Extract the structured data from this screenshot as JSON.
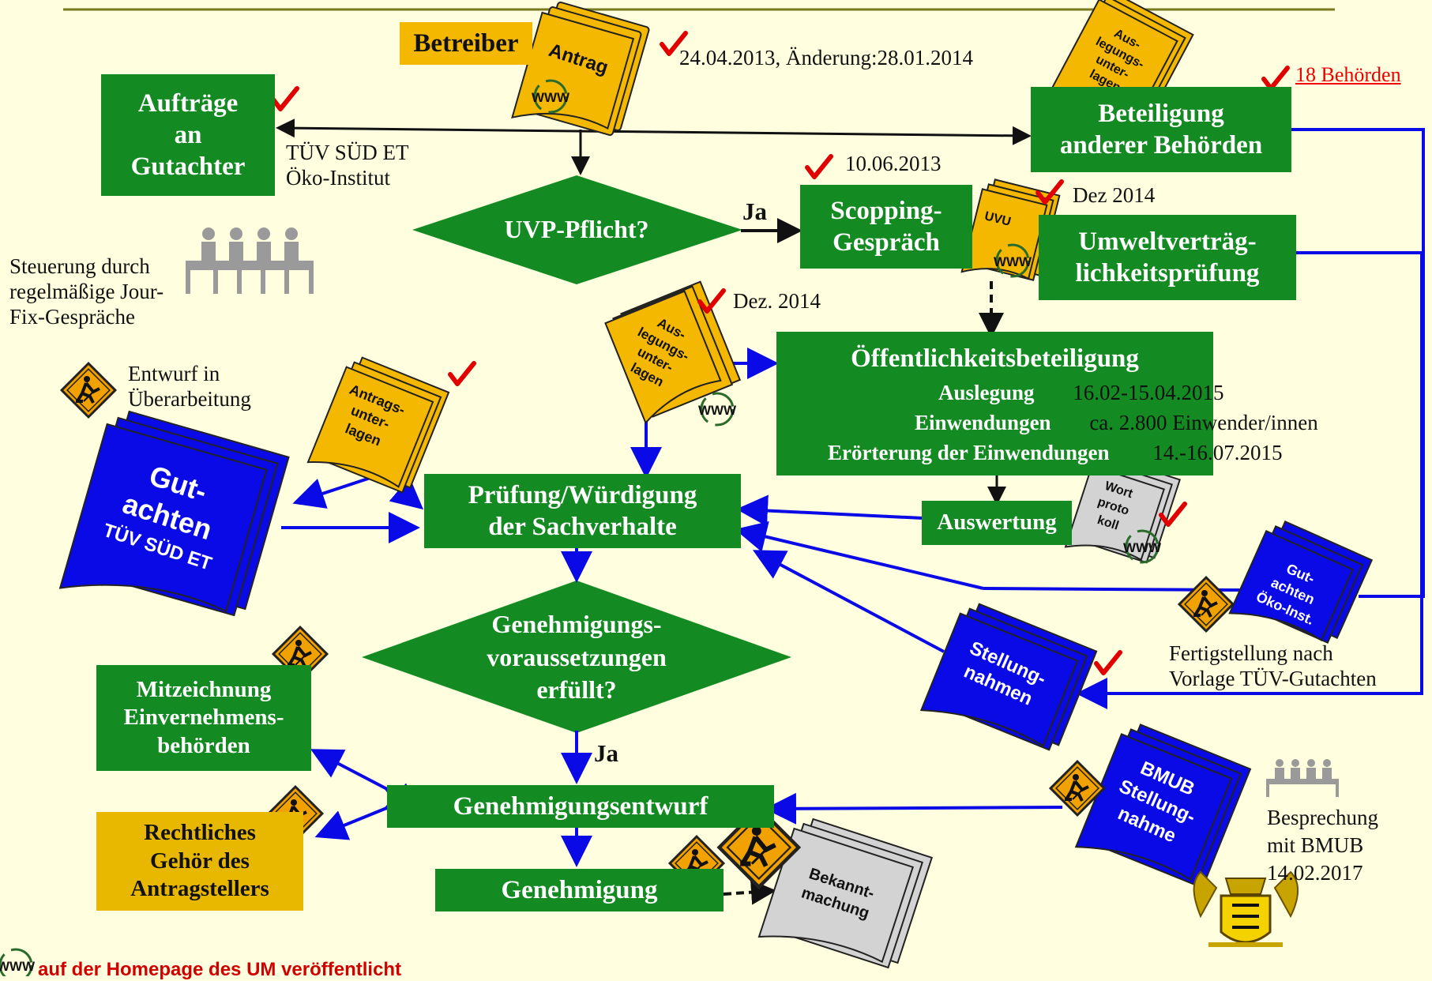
{
  "betreiber": "Betreiber",
  "antrag_date": "24.04.2013, Änderung:28.01.2014",
  "auftraege": [
    "Aufträge",
    "an",
    "Gutachter"
  ],
  "gutachter_names": [
    "TÜV SÜD ET",
    "Öko-Institut"
  ],
  "beteiligung": [
    "Beteiligung",
    "anderer Behörden"
  ],
  "behoerden_link": "18 Behörden",
  "uvp": "UVP-Pflicht?",
  "ja1": "Ja",
  "scoping": [
    "Scopping-",
    "Gespräch"
  ],
  "scoping_date": "10.06.2013",
  "uvp_pruefung": [
    "Umweltverträg-",
    "lichkeitsprüfung"
  ],
  "dez2014a": "Dez 2014",
  "steuerung": [
    "Steuerung durch",
    "regelmäßige Jour-",
    "Fix-Gespräche"
  ],
  "dez2014b": "Dez. 2014",
  "entwurf": [
    "Entwurf in",
    "Überarbeitung"
  ],
  "oeffentlichkeit": {
    "title": "Öffentlichkeitsbeteiligung",
    "auslegung": "Auslegung",
    "auslegung_val": "16.02-15.04.2015",
    "einwendungen": "Einwendungen",
    "einwendungen_val": "ca. 2.800 Einwender/innen",
    "eroerterung": "Erörterung der Einwendungen",
    "eroerterung_val": "14.-16.07.2015"
  },
  "pruefung": [
    "Prüfung/Würdigung",
    "der Sachverhalte"
  ],
  "auswertung": "Auswertung",
  "genehmigungs_q": [
    "Genehmigungs-",
    "voraussetzungen",
    "erfüllt?"
  ],
  "ja2": "Ja",
  "mitzeichnung": [
    "Mitzeichnung",
    "Einvernehmens-",
    "behörden"
  ],
  "rechtliches": [
    "Rechtliches",
    "Gehör des",
    "Antragstellers"
  ],
  "entwurf_box": "Genehmigungsentwurf",
  "genehmigung": "Genehmigung",
  "fertigstellung": [
    "Fertigstellung nach",
    "Vorlage TÜV-Gutachten"
  ],
  "besprechung": [
    "Besprechung",
    "mit BMUB",
    "14.02.2017"
  ],
  "docs": {
    "antrag": "Antrag",
    "auslegung_top": [
      "Aus-",
      "legungs-",
      "unter-",
      "lagen"
    ],
    "uvu": "UVU",
    "auslegung_mid": [
      "Aus-",
      "legungs-",
      "unter-",
      "lagen"
    ],
    "antragsunter": [
      "Antrags-",
      "unter-",
      "lagen"
    ],
    "gutachten_tuev": [
      "Gut-",
      "achten",
      "TÜV SÜD ET"
    ],
    "wortprotokoll": [
      "Wort",
      "proto",
      "koll"
    ],
    "gutachten_oeko": [
      "Gut-",
      "achten",
      "Öko-Inst."
    ],
    "stellungnahmen": [
      "Stellung-",
      "nahmen"
    ],
    "bmub": [
      "BMUB",
      "Stellung-",
      "nahme"
    ],
    "bekanntmachung": [
      "Bekannt-",
      "machung"
    ]
  },
  "icons": {
    "www": "WWW",
    "in_arbeit": [
      "IN",
      "ARBEIT"
    ]
  },
  "footer": "auf der Homepage des UM veröffentlicht",
  "colors": {
    "green": "#138a22",
    "blue": "#0a0ae6",
    "gold": "#f5b800",
    "gray": "#d3d3d3",
    "red": "#e00000"
  }
}
